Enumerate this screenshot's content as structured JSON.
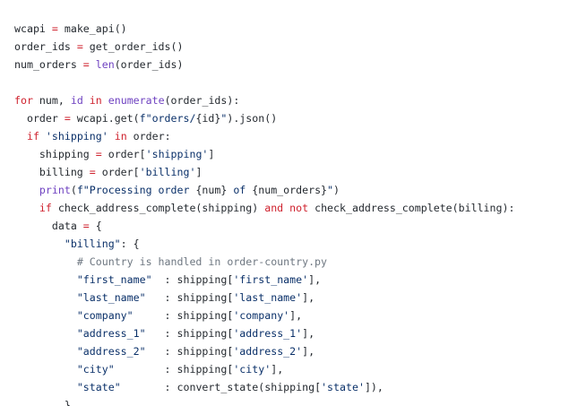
{
  "code_block": {
    "lines": [
      [
        {
          "t": "wcapi ",
          "c": ""
        },
        {
          "t": "=",
          "c": "op"
        },
        {
          "t": " make_api()",
          "c": ""
        }
      ],
      [
        {
          "t": "order_ids ",
          "c": ""
        },
        {
          "t": "=",
          "c": "op"
        },
        {
          "t": " get_order_ids()",
          "c": ""
        }
      ],
      [
        {
          "t": "num_orders ",
          "c": ""
        },
        {
          "t": "=",
          "c": "op"
        },
        {
          "t": " ",
          "c": ""
        },
        {
          "t": "len",
          "c": "fn"
        },
        {
          "t": "(order_ids)",
          "c": ""
        }
      ],
      [],
      [
        {
          "t": "for",
          "c": "kw"
        },
        {
          "t": " num, ",
          "c": ""
        },
        {
          "t": "id",
          "c": "fn"
        },
        {
          "t": " ",
          "c": ""
        },
        {
          "t": "in",
          "c": "kw"
        },
        {
          "t": " ",
          "c": ""
        },
        {
          "t": "enumerate",
          "c": "fn"
        },
        {
          "t": "(order_ids):",
          "c": ""
        }
      ],
      [
        {
          "t": "  order ",
          "c": ""
        },
        {
          "t": "=",
          "c": "op"
        },
        {
          "t": " wcapi.get(",
          "c": ""
        },
        {
          "t": "f\"orders/",
          "c": "str"
        },
        {
          "t": "{id}",
          "c": ""
        },
        {
          "t": "\"",
          "c": "str"
        },
        {
          "t": ").json()",
          "c": ""
        }
      ],
      [
        {
          "t": "  ",
          "c": ""
        },
        {
          "t": "if",
          "c": "kw"
        },
        {
          "t": " ",
          "c": ""
        },
        {
          "t": "'shipping'",
          "c": "str"
        },
        {
          "t": " ",
          "c": ""
        },
        {
          "t": "in",
          "c": "kw"
        },
        {
          "t": " order:",
          "c": ""
        }
      ],
      [
        {
          "t": "    shipping ",
          "c": ""
        },
        {
          "t": "=",
          "c": "op"
        },
        {
          "t": " order[",
          "c": ""
        },
        {
          "t": "'shipping'",
          "c": "str"
        },
        {
          "t": "]",
          "c": ""
        }
      ],
      [
        {
          "t": "    billing ",
          "c": ""
        },
        {
          "t": "=",
          "c": "op"
        },
        {
          "t": " order[",
          "c": ""
        },
        {
          "t": "'billing'",
          "c": "str"
        },
        {
          "t": "]",
          "c": ""
        }
      ],
      [
        {
          "t": "    ",
          "c": ""
        },
        {
          "t": "print",
          "c": "fn"
        },
        {
          "t": "(",
          "c": ""
        },
        {
          "t": "f\"Processing order ",
          "c": "str"
        },
        {
          "t": "{num}",
          "c": ""
        },
        {
          "t": " of ",
          "c": "str"
        },
        {
          "t": "{num_orders}",
          "c": ""
        },
        {
          "t": "\"",
          "c": "str"
        },
        {
          "t": ")",
          "c": ""
        }
      ],
      [
        {
          "t": "    ",
          "c": ""
        },
        {
          "t": "if",
          "c": "kw"
        },
        {
          "t": " check_address_complete(shipping) ",
          "c": ""
        },
        {
          "t": "and",
          "c": "kw"
        },
        {
          "t": " ",
          "c": ""
        },
        {
          "t": "not",
          "c": "kw"
        },
        {
          "t": " check_address_complete(billing):",
          "c": ""
        }
      ],
      [
        {
          "t": "      data ",
          "c": ""
        },
        {
          "t": "=",
          "c": "op"
        },
        {
          "t": " {",
          "c": ""
        }
      ],
      [
        {
          "t": "        ",
          "c": ""
        },
        {
          "t": "\"billing\"",
          "c": "str"
        },
        {
          "t": ": {",
          "c": ""
        }
      ],
      [
        {
          "t": "          ",
          "c": ""
        },
        {
          "t": "# Country is handled in order-country.py",
          "c": "cmt"
        }
      ],
      [
        {
          "t": "          ",
          "c": ""
        },
        {
          "t": "\"first_name\"",
          "c": "str"
        },
        {
          "t": "  : shipping[",
          "c": ""
        },
        {
          "t": "'first_name'",
          "c": "str"
        },
        {
          "t": "],",
          "c": ""
        }
      ],
      [
        {
          "t": "          ",
          "c": ""
        },
        {
          "t": "\"last_name\"",
          "c": "str"
        },
        {
          "t": "   : shipping[",
          "c": ""
        },
        {
          "t": "'last_name'",
          "c": "str"
        },
        {
          "t": "],",
          "c": ""
        }
      ],
      [
        {
          "t": "          ",
          "c": ""
        },
        {
          "t": "\"company\"",
          "c": "str"
        },
        {
          "t": "     : shipping[",
          "c": ""
        },
        {
          "t": "'company'",
          "c": "str"
        },
        {
          "t": "],",
          "c": ""
        }
      ],
      [
        {
          "t": "          ",
          "c": ""
        },
        {
          "t": "\"address_1\"",
          "c": "str"
        },
        {
          "t": "   : shipping[",
          "c": ""
        },
        {
          "t": "'address_1'",
          "c": "str"
        },
        {
          "t": "],",
          "c": ""
        }
      ],
      [
        {
          "t": "          ",
          "c": ""
        },
        {
          "t": "\"address_2\"",
          "c": "str"
        },
        {
          "t": "   : shipping[",
          "c": ""
        },
        {
          "t": "'address_2'",
          "c": "str"
        },
        {
          "t": "],",
          "c": ""
        }
      ],
      [
        {
          "t": "          ",
          "c": ""
        },
        {
          "t": "\"city\"",
          "c": "str"
        },
        {
          "t": "        : shipping[",
          "c": ""
        },
        {
          "t": "'city'",
          "c": "str"
        },
        {
          "t": "],",
          "c": ""
        }
      ],
      [
        {
          "t": "          ",
          "c": ""
        },
        {
          "t": "\"state\"",
          "c": "str"
        },
        {
          "t": "       : convert_state(shipping[",
          "c": ""
        },
        {
          "t": "'state'",
          "c": "str"
        },
        {
          "t": "]),",
          "c": ""
        }
      ],
      [
        {
          "t": "        },",
          "c": ""
        }
      ]
    ]
  }
}
